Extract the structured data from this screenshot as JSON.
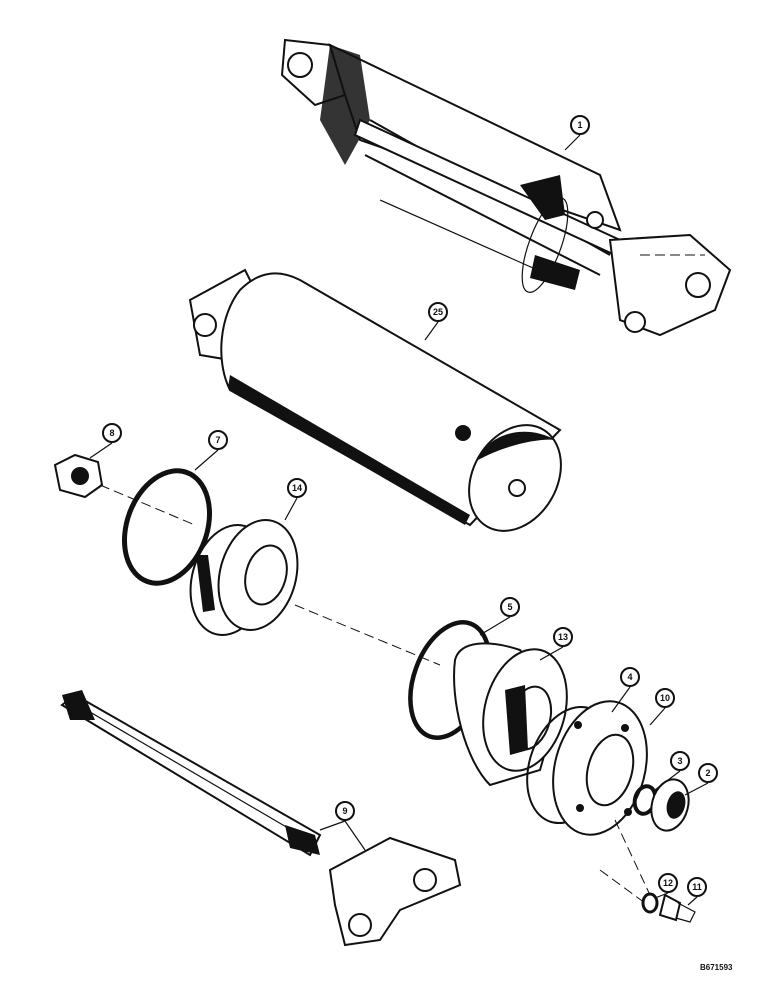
{
  "callouts": [
    {
      "id": "1",
      "label": "1"
    },
    {
      "id": "25",
      "label": "25"
    },
    {
      "id": "8",
      "label": "8"
    },
    {
      "id": "7",
      "label": "7"
    },
    {
      "id": "14",
      "label": "14"
    },
    {
      "id": "5",
      "label": "5"
    },
    {
      "id": "13",
      "label": "13"
    },
    {
      "id": "4",
      "label": "4"
    },
    {
      "id": "10",
      "label": "10"
    },
    {
      "id": "3",
      "label": "3"
    },
    {
      "id": "2",
      "label": "2"
    },
    {
      "id": "9",
      "label": "9"
    },
    {
      "id": "12",
      "label": "12"
    },
    {
      "id": "11",
      "label": "11"
    }
  ],
  "figure_code": "B671593"
}
